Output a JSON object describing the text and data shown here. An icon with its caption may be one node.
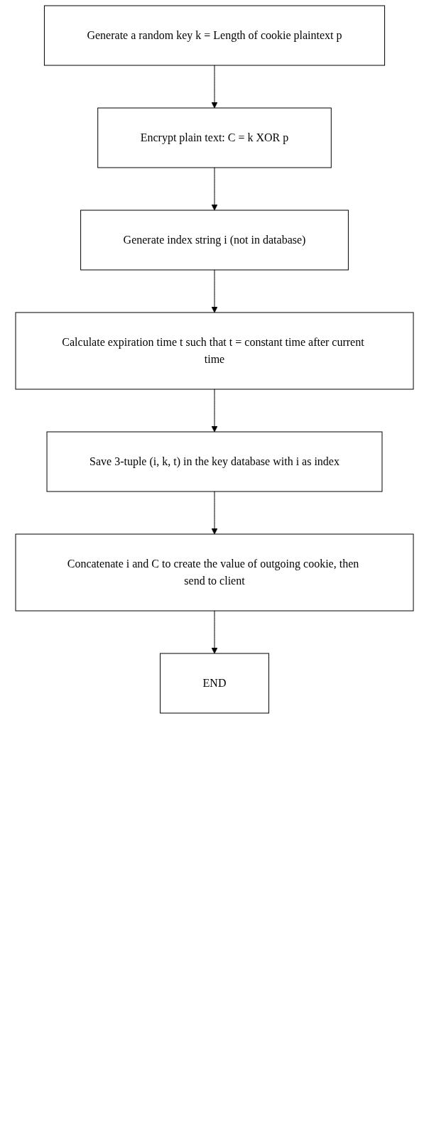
{
  "diagram": {
    "nodes": [
      {
        "text": [
          "Generate a random key k = Length of cookie plaintext p"
        ]
      },
      {
        "text": [
          "Encrypt plain text: C = k XOR p"
        ]
      },
      {
        "text": [
          "Generate index string i (not in database)"
        ]
      },
      {
        "text": [
          "Calculate expiration time t such that t = constant time after current time"
        ]
      },
      {
        "text": [
          "Save 3-tuple (i, k, t) in the key database with i as index"
        ]
      },
      {
        "text": [
          "Concatenate i and C to create the value of outgoing cookie, then send to client"
        ]
      },
      {
        "text": [
          "END"
        ]
      }
    ],
    "edges": [
      {
        "from": 0,
        "to": 1,
        "arrow": "to"
      },
      {
        "from": 1,
        "to": 2,
        "arrow": "to"
      },
      {
        "from": 2,
        "to": 3,
        "arrow": "to"
      },
      {
        "from": 3,
        "to": 4,
        "arrow": "to"
      },
      {
        "from": 4,
        "to": 5,
        "arrow": "to"
      },
      {
        "from": 5,
        "to": 6,
        "arrow": "to"
      }
    ]
  }
}
